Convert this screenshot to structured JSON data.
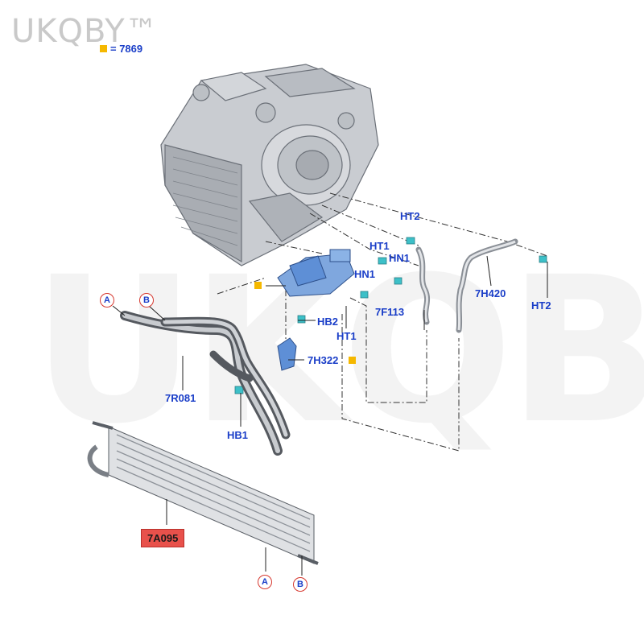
{
  "watermark": {
    "corner": "UKQBY™",
    "big": "UKQBY™"
  },
  "legend": {
    "symbol": "yellow-square",
    "text": "= 7869",
    "color": "#f5b800"
  },
  "labels": {
    "ht2_top": "HT2",
    "ht1_top": "HT1",
    "hn1_top": "HN1",
    "hn1_mid": "HN1",
    "hb2": "HB2",
    "ht1_bot": "HT1",
    "f7f113": "7F113",
    "h7h420": "7H420",
    "ht2_right": "HT2",
    "h7h322": "7H322",
    "r7r081": "7R081",
    "hb1": "HB1",
    "a7a095": "7A095"
  },
  "callouts": {
    "a_top": "A",
    "b_top": "B",
    "a_bottom": "A",
    "b_bottom": "B"
  },
  "colors": {
    "label": "#1a3ec8",
    "callout_ring": "#d6382f",
    "highlight": "#e8514b",
    "marker": "#f5b800"
  }
}
